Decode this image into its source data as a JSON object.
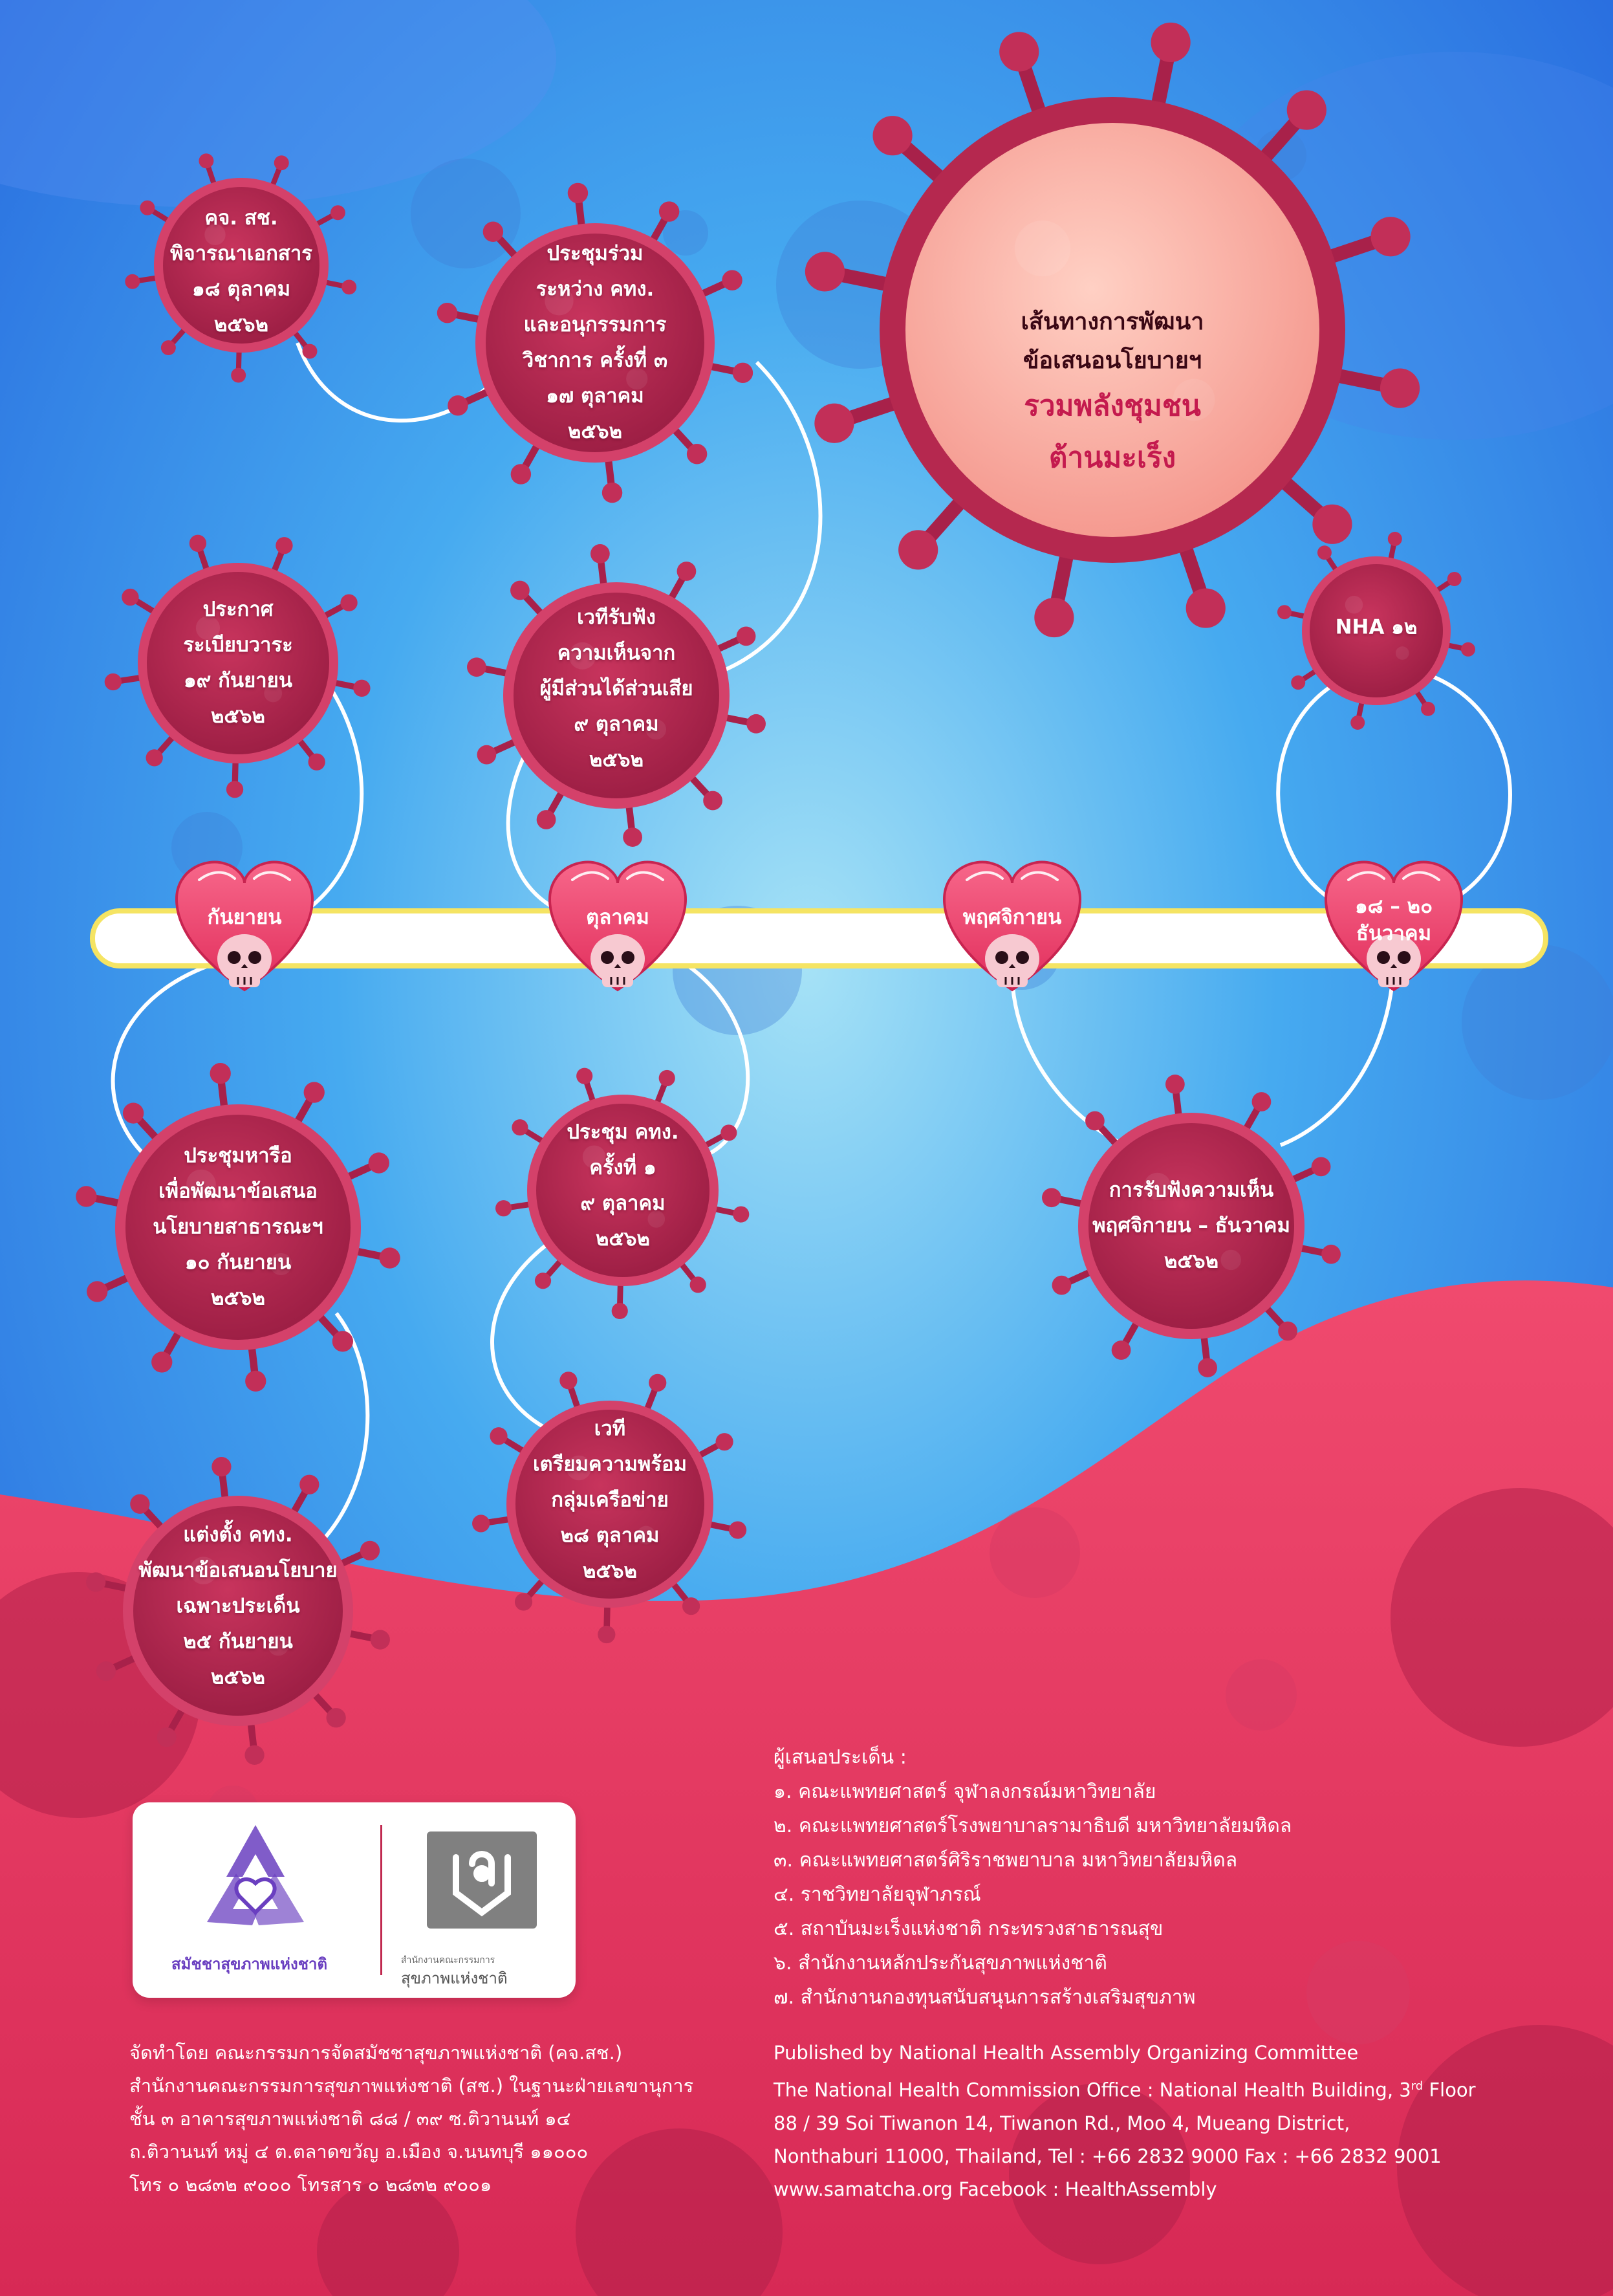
{
  "colors": {
    "sky_top": "#2d7de6",
    "sky_mid": "#3aa4ef",
    "sky_center": "#9fdcf5",
    "wave_pink": "#e23a62",
    "wave_dark": "#8e1a3a",
    "virus_body": "#b5284f",
    "virus_ring": "#d23a63",
    "heart": "#f04a72",
    "timeline_bar": "#ffffff",
    "timeline_border": "#f5e463",
    "title_dark": "#3a0714",
    "title_accent": "#c41a4e"
  },
  "title": {
    "line1": "เส้นทางการพัฒนา",
    "line2": "ข้อเสนอนโยบายฯ",
    "line3": "รวมพลังชุมชน",
    "line4": "ต้านมะเร็ง"
  },
  "months": {
    "sep": "กันยายน",
    "oct": "ตุลาคม",
    "nov": "พฤศจิกายน",
    "dec1": "๑๘ – ๒๐",
    "dec2": "ธันวาคม"
  },
  "nodes": {
    "n1": [
      "คจ. สช.",
      "พิจารณาเอกสาร",
      "๑๘ ตุลาคม",
      "๒๕๖๒"
    ],
    "n2": [
      "ประชุมร่วม",
      "ระหว่าง คทง.",
      "และอนุกรรมการ",
      "วิชาการ ครั้งที่ ๓",
      "๑๗ ตุลาคม",
      "๒๕๖๒"
    ],
    "n3": [
      "ประกาศ",
      "ระเบียบวาระ",
      "๑๙ กันยายน",
      "๒๕๖๒"
    ],
    "n4": [
      "เวทีรับฟัง",
      "ความเห็นจาก",
      "ผู้มีส่วนได้ส่วนเสีย",
      "๙ ตุลาคม",
      "๒๕๖๒"
    ],
    "n5": [
      "NHA ๑๒"
    ],
    "n6": [
      "ประชุมหารือ",
      "เพื่อพัฒนาข้อเสนอ",
      "นโยบายสาธารณะฯ",
      "๑๐ กันยายน",
      "๒๕๖๒"
    ],
    "n7": [
      "ประชุม คทง.",
      "ครั้งที่ ๑",
      "๙ ตุลาคม",
      "๒๕๖๒"
    ],
    "n8": [
      "การรับฟังความเห็น",
      "พฤศจิกายน – ธันวาคม",
      "๒๕๖๒"
    ],
    "n9": [
      "เวที",
      "เตรียมความพร้อม",
      "กลุ่มเครือข่าย",
      "๒๘ ตุลาคม",
      "๒๕๖๒"
    ],
    "n10": [
      "แต่งตั้ง คทง.",
      "พัฒนาข้อเสนอนโยบาย",
      "เฉพาะประเด็น",
      "๒๕ กันยายน",
      "๒๕๖๒"
    ]
  },
  "logos": {
    "left_name": "สมัชชาสุขภาพแห่งชาติ",
    "right_small": "สำนักงานคณะกรรมการ",
    "right_name": "สุขภาพแห่งชาติ"
  },
  "proposers": [
    "ผู้เสนอประเด็น :",
    "๑. คณะแพทยศาสตร์ จุฬาลงกรณ์มหาวิทยาลัย",
    "๒. คณะแพทยศาสตร์โรงพยาบาลรามาธิบดี มหาวิทยาลัยมหิดล",
    "๓. คณะแพทยศาสตร์ศิริราชพยาบาล มหาวิทยาลัยมหิดล",
    "๔. ราชวิทยาลัยจุฬาภรณ์",
    "๕. สถาบันมะเร็งแห่งชาติ กระทรวงสาธารณสุข",
    "๖. สำนักงานหลักประกันสุขภาพแห่งชาติ",
    "๗. สำนักงานกองทุนสนับสนุนการสร้างเสริมสุขภาพ"
  ],
  "footer_th": [
    "จัดทำโดย คณะกรรมการจัดสมัชชาสุขภาพแห่งชาติ (คจ.สช.)",
    "สำนักงานคณะกรรมการสุขภาพแห่งชาติ (สช.) ในฐานะฝ่ายเลขานุการ",
    "ชั้น ๓ อาคารสุขภาพแห่งชาติ ๘๘ / ๓๙ ซ.ติวานนท์ ๑๔",
    "ถ.ติวานนท์ หมู่ ๔ ต.ตลาดขวัญ อ.เมือง จ.นนทบุรี ๑๑๐๐๐",
    "โทร ๐ ๒๘๓๒ ๙๐๐๐ โทรสาร ๐ ๒๘๓๒ ๙๐๐๑"
  ],
  "footer_en": {
    "line1": "Published by National Health Assembly Organizing Committee",
    "line2_a": "The National Health Commission Office : National Health Building, 3",
    "line2_sup": "rd",
    "line2_b": " Floor",
    "line3": "88 / 39 Soi Tiwanon 14, Tiwanon Rd., Moo 4, Mueang District,",
    "line4": "Nonthaburi 11000, Thailand, Tel : +66 2832 9000 Fax : +66 2832 9001",
    "line5": "www.samatcha.org Facebook : HealthAssembly"
  }
}
